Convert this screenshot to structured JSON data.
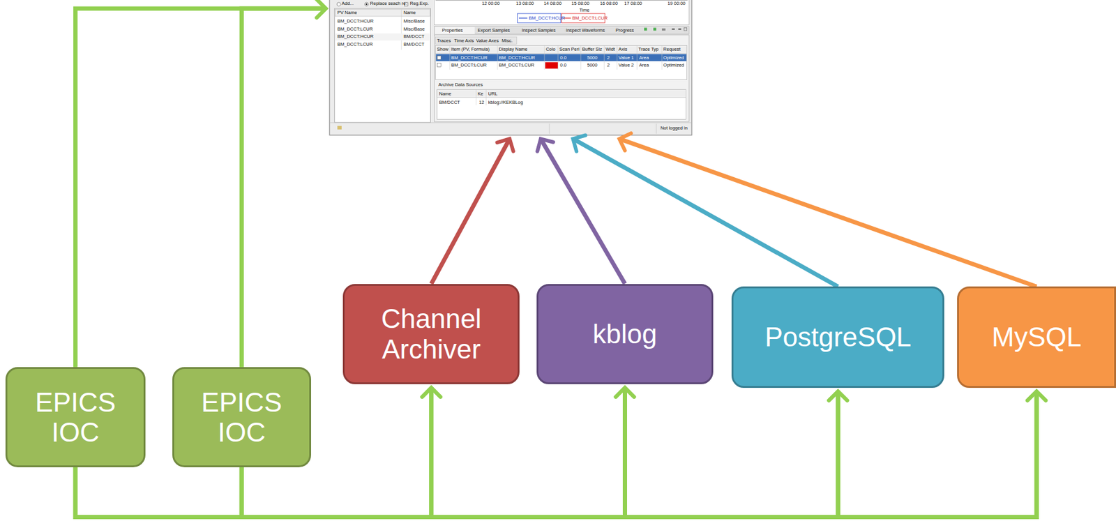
{
  "diagram": {
    "nodes": [
      {
        "text": [
          "Add...",
          "Replace seach re:",
          "Reg.Exp.",
          "PV Name",
          "Name",
          "BM_DCCT:HCUR",
          "Misc/Base",
          "BM_DCCT:LCUR",
          "Misc/Base",
          "BM_DCCT:HCUR",
          "BM/DCCT",
          "BM_DCCT:LCUR",
          "BM/DCCT",
          "12 00:00",
          "13 08:00",
          "14 08:00",
          "15 08:00",
          "16 08:00",
          "17 08:00",
          "19 00:00",
          "Time",
          "BM_DCCT:HCUR",
          "BM_DCCT:LCUR",
          "Properties",
          "Export Samples",
          "Inspect Samples",
          "Inspect Waveforms",
          "Progress",
          "Traces",
          "Time Axis",
          "Value Axes",
          "Misc.",
          "Show",
          "Item (PV, Formula)",
          "Display Name",
          "Colo",
          "Scan Peri",
          "Buffer Siz",
          "Widt",
          "Axis",
          "Trace Typ",
          "Request",
          "BM_DCCT:HCUR",
          "BM_DCCT:HCUR",
          "0.0",
          "5000",
          "2",
          "Value 1",
          "Area",
          "Optimized",
          "BM_DCCT:LCUR",
          "BM_DCCT:LCUR",
          "0.0",
          "5000",
          "2",
          "Value 2",
          "Area",
          "Optimized",
          "Archive Data Sources",
          "Name",
          "Ke",
          "URL",
          "BM/DCCT",
          "12",
          "kblog://KEKBLog",
          "Not logged in"
        ]
      },
      {
        "text": [
          "EPICS IOC"
        ]
      },
      {
        "text": [
          "EPICS IOC"
        ]
      },
      {
        "text": [
          "Channel Archiver"
        ]
      },
      {
        "text": [
          "kblog"
        ]
      },
      {
        "text": [
          "PostgreSQL"
        ]
      },
      {
        "text": [
          "MySQL"
        ]
      }
    ],
    "edges": [
      {
        "from": 1,
        "to": 0,
        "arrow": "to"
      },
      {
        "from": 2,
        "to": 0,
        "arrow": "to"
      },
      {
        "from": 1,
        "to": 3,
        "arrow": "to"
      },
      {
        "from": 1,
        "to": 4,
        "arrow": "to"
      },
      {
        "from": 1,
        "to": 5,
        "arrow": "to"
      },
      {
        "from": 1,
        "to": 6,
        "arrow": "to"
      },
      {
        "from": 2,
        "to": 3,
        "arrow": "to"
      },
      {
        "from": 2,
        "to": 4,
        "arrow": "to"
      },
      {
        "from": 2,
        "to": 5,
        "arrow": "to"
      },
      {
        "from": 2,
        "to": 6,
        "arrow": "to"
      },
      {
        "from": 3,
        "to": 0,
        "arrow": "to"
      },
      {
        "from": 4,
        "to": 0,
        "arrow": "to"
      },
      {
        "from": 5,
        "to": 0,
        "arrow": "to"
      },
      {
        "from": 6,
        "to": 0,
        "arrow": "to"
      }
    ]
  }
}
